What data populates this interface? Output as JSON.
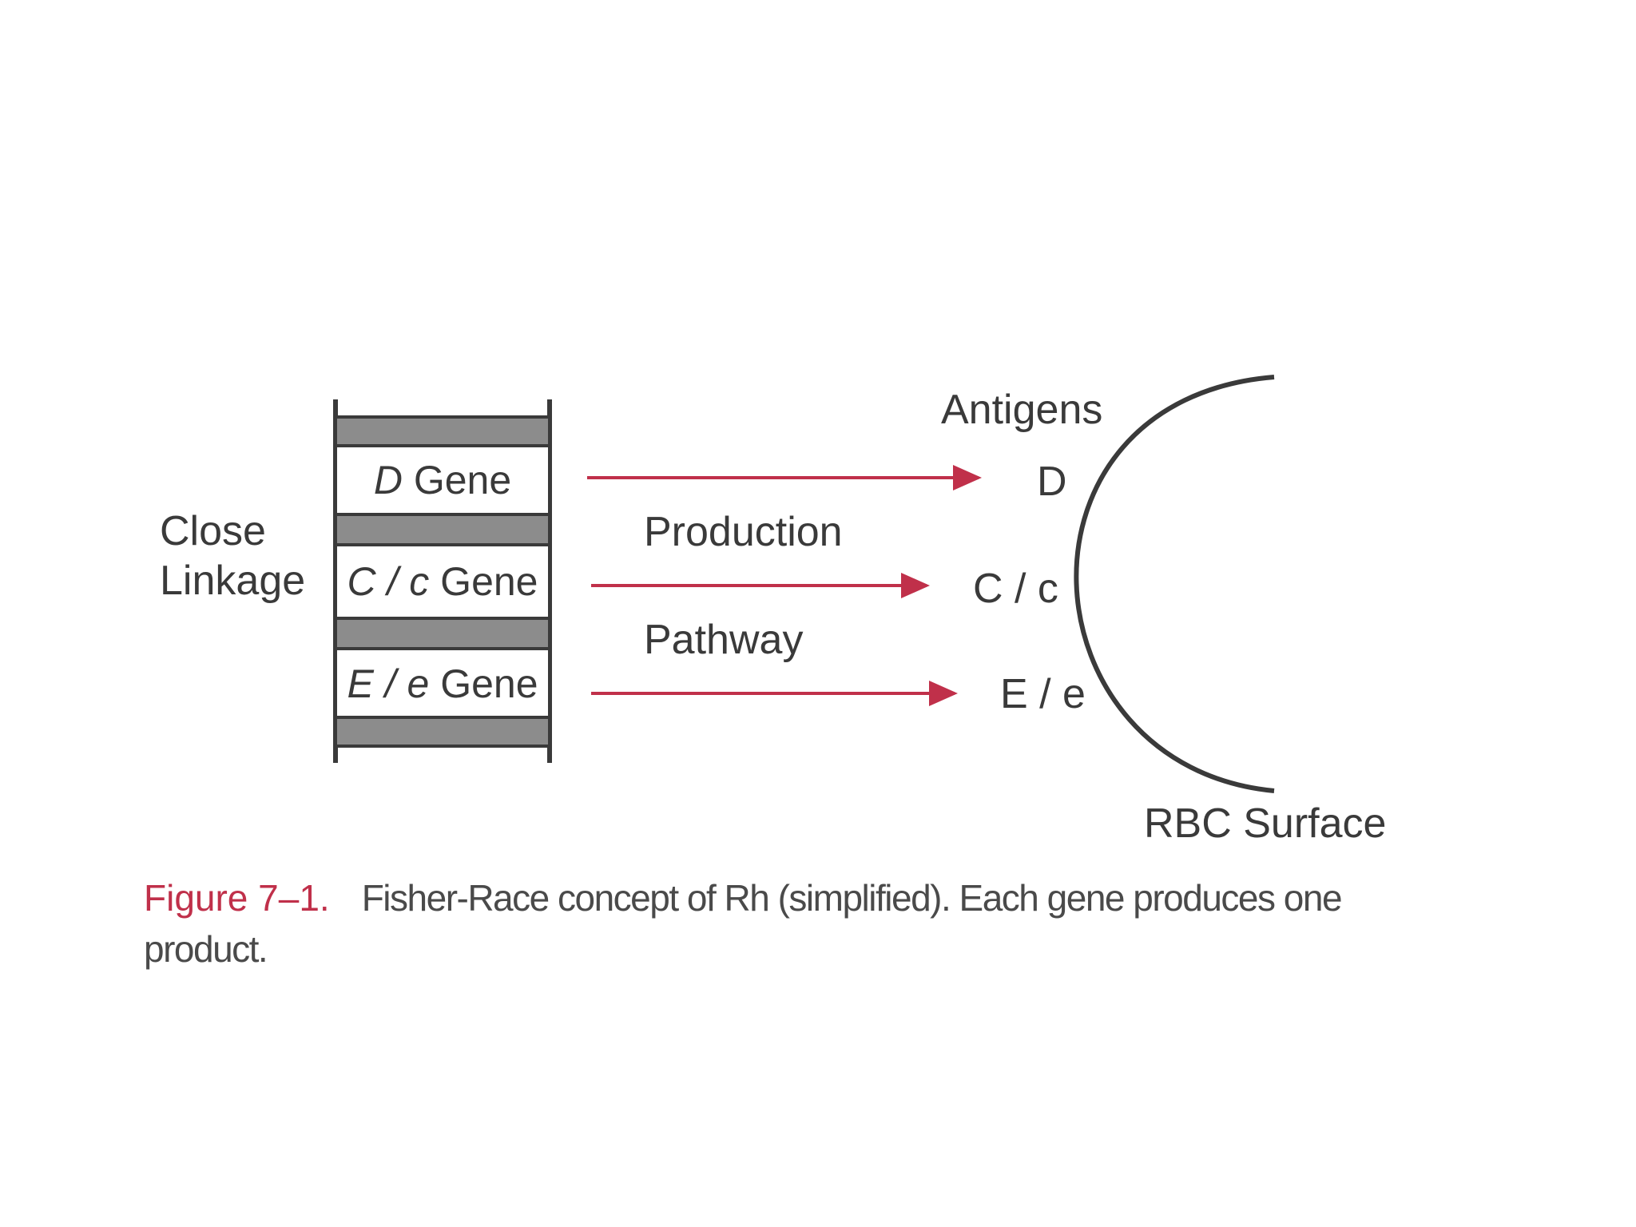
{
  "labels": {
    "close": "Close",
    "linkage": "Linkage",
    "production": "Production",
    "pathway": "Pathway",
    "antigens": "Antigens",
    "rbc_surface": "RBC Surface"
  },
  "genes": [
    {
      "italic": "D",
      "rest": " Gene"
    },
    {
      "italic": "C / c",
      "rest": " Gene"
    },
    {
      "italic": "E / e",
      "rest": " Gene"
    }
  ],
  "antigens": [
    "D",
    "C / c",
    "E / e"
  ],
  "caption": {
    "number": "Figure 7–1.",
    "text": "Fisher-Race concept of Rh (simplified). Each gene produces one product."
  },
  "colors": {
    "arrow": "#c0304a",
    "caption_number": "#c0304a",
    "band": "#8c8c8c",
    "outline": "#3a3a3a"
  }
}
